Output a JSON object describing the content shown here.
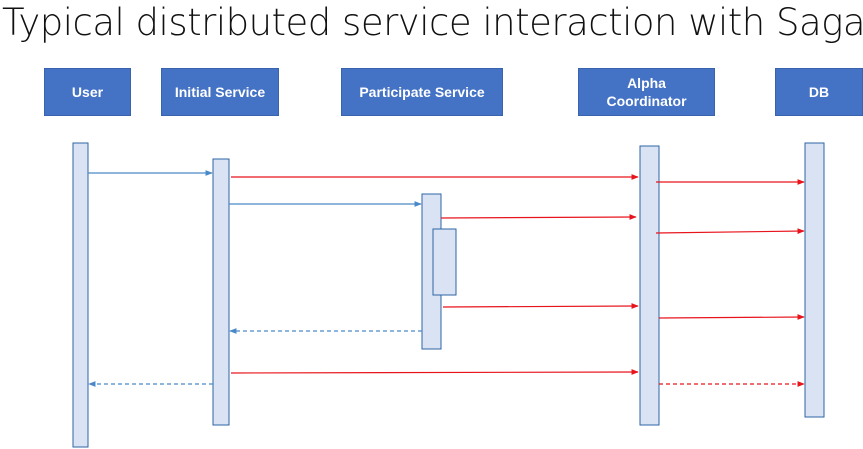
{
  "title": "Typical distributed service interaction with Saga",
  "actors": [
    {
      "id": "user",
      "label": "User"
    },
    {
      "id": "initial",
      "label": "Initial Service"
    },
    {
      "id": "participate",
      "label": "Participate Service"
    },
    {
      "id": "alpha",
      "label": "Alpha Coordinator"
    },
    {
      "id": "db",
      "label": "DB"
    }
  ],
  "colors": {
    "actor_fill": "#4472c4",
    "activation_fill": "#dae3f3",
    "activation_stroke": "#2e64a6",
    "call_arrow": "#4a89c8",
    "saga_arrow": "#e8141c"
  },
  "messages": [
    {
      "from": "user",
      "to": "initial",
      "kind": "call",
      "style": "solid"
    },
    {
      "from": "initial",
      "to": "alpha",
      "kind": "saga",
      "style": "solid"
    },
    {
      "from": "alpha",
      "to": "db",
      "kind": "saga",
      "style": "solid"
    },
    {
      "from": "initial",
      "to": "participate",
      "kind": "call",
      "style": "solid"
    },
    {
      "from": "participate",
      "to": "alpha",
      "kind": "saga",
      "style": "solid"
    },
    {
      "from": "alpha",
      "to": "db",
      "kind": "saga",
      "style": "solid"
    },
    {
      "from": "participate",
      "to": "alpha",
      "kind": "saga",
      "style": "solid"
    },
    {
      "from": "alpha",
      "to": "db",
      "kind": "saga",
      "style": "solid"
    },
    {
      "from": "participate",
      "to": "initial",
      "kind": "call",
      "style": "dashed"
    },
    {
      "from": "initial",
      "to": "alpha",
      "kind": "saga",
      "style": "solid"
    },
    {
      "from": "initial",
      "to": "user",
      "kind": "call",
      "style": "dashed"
    },
    {
      "from": "alpha",
      "to": "db",
      "kind": "saga",
      "style": "dashed"
    }
  ]
}
